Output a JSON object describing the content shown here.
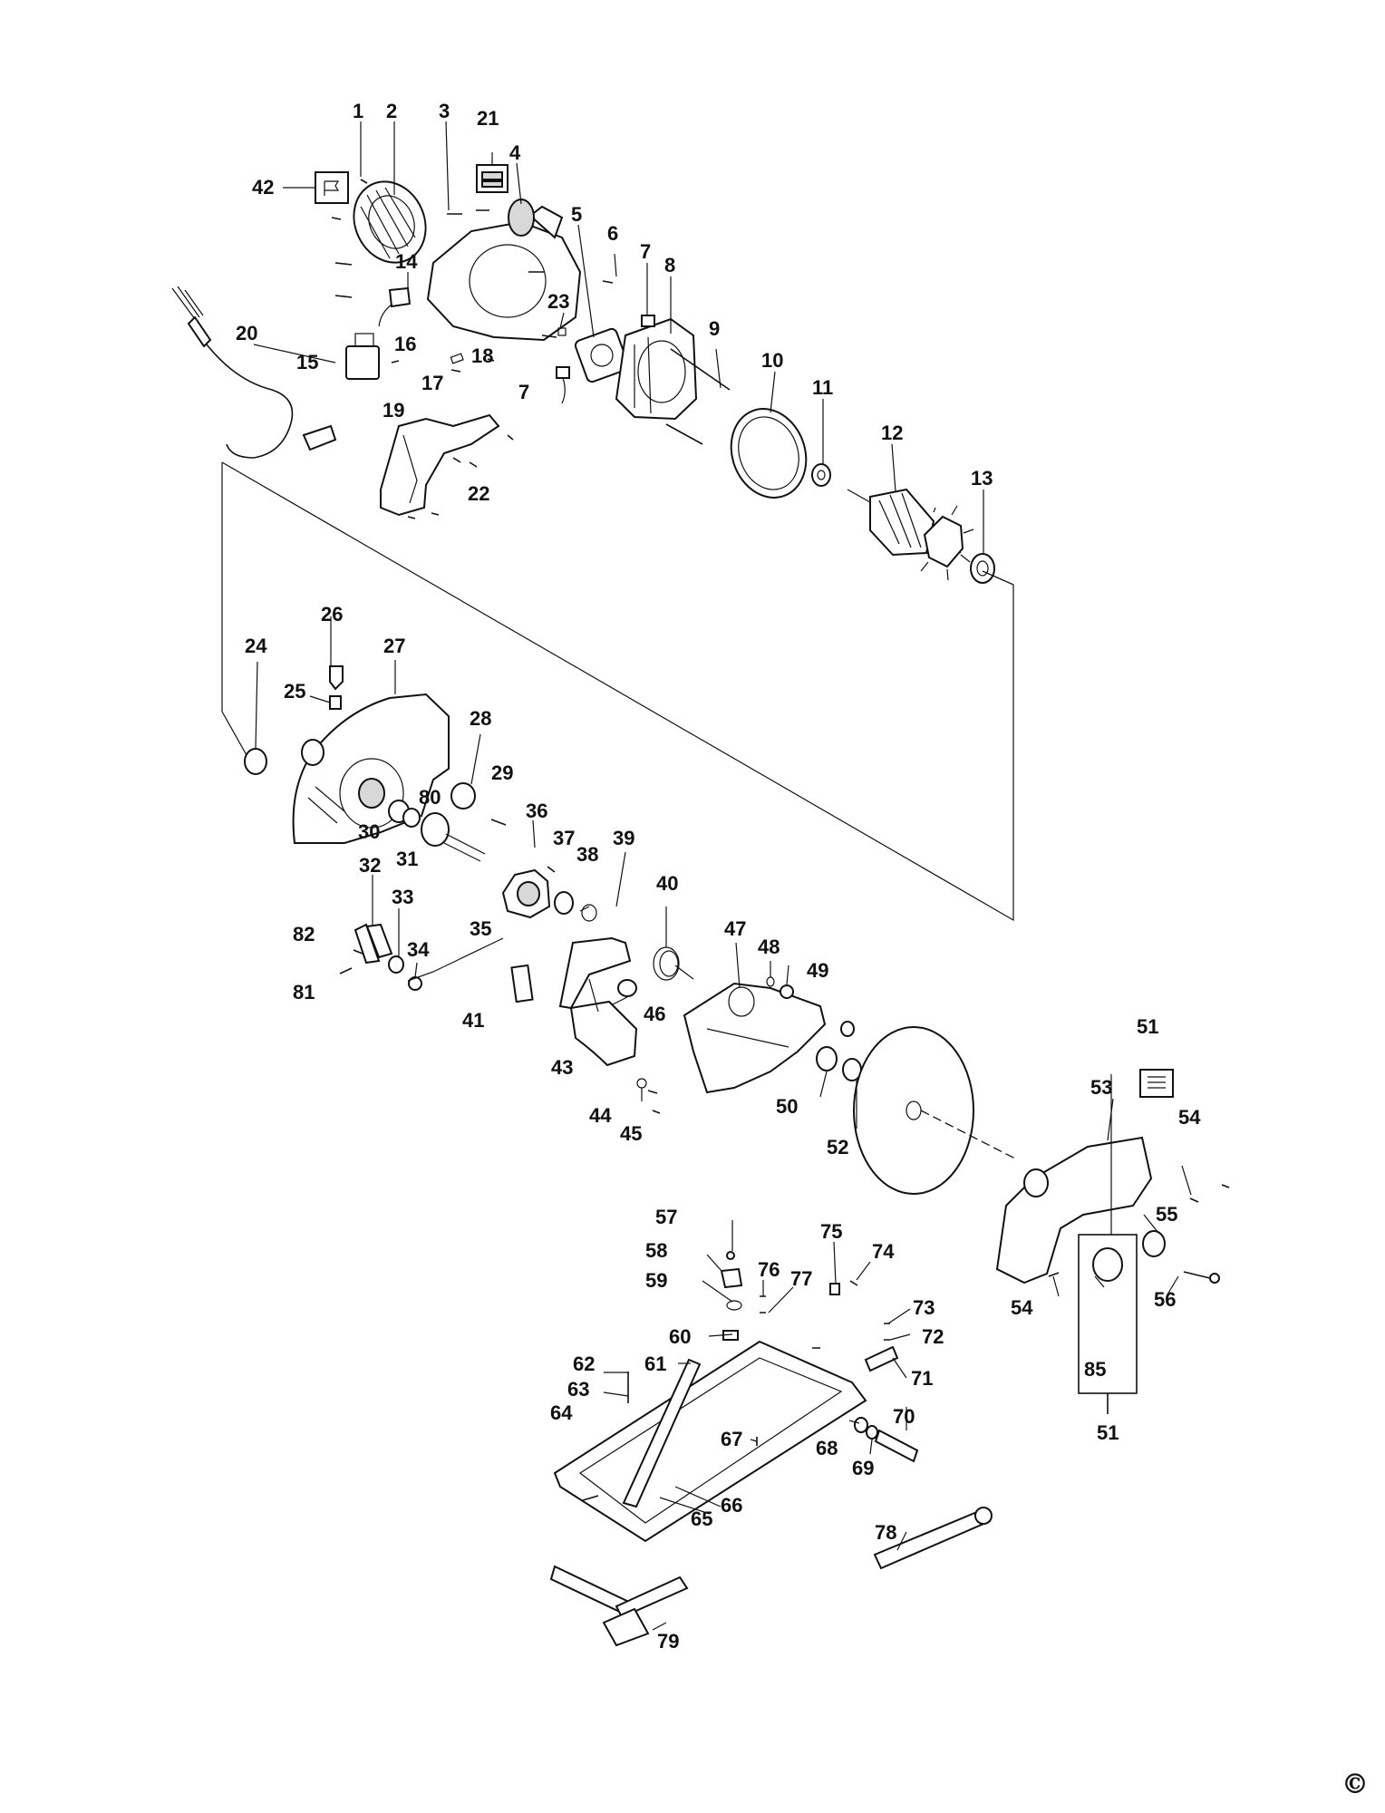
{
  "diagram": {
    "copyright_symbol": "©",
    "kit_icons": {
      "part_42": "flag-card-icon",
      "part_21": "kit-box-icon",
      "part_51": "document-list-icon"
    },
    "callouts": [
      {
        "id": "c1",
        "label": "1"
      },
      {
        "id": "c2",
        "label": "2"
      },
      {
        "id": "c3",
        "label": "3"
      },
      {
        "id": "c21",
        "label": "21"
      },
      {
        "id": "c4",
        "label": "4"
      },
      {
        "id": "c42",
        "label": "42"
      },
      {
        "id": "c5",
        "label": "5"
      },
      {
        "id": "c6",
        "label": "6"
      },
      {
        "id": "c7a",
        "label": "7"
      },
      {
        "id": "c8",
        "label": "8"
      },
      {
        "id": "c14",
        "label": "14"
      },
      {
        "id": "c23",
        "label": "23"
      },
      {
        "id": "c20",
        "label": "20"
      },
      {
        "id": "c9",
        "label": "9"
      },
      {
        "id": "c15",
        "label": "15"
      },
      {
        "id": "c16",
        "label": "16"
      },
      {
        "id": "c18",
        "label": "18"
      },
      {
        "id": "c10",
        "label": "10"
      },
      {
        "id": "c17",
        "label": "17"
      },
      {
        "id": "c7b",
        "label": "7"
      },
      {
        "id": "c11",
        "label": "11"
      },
      {
        "id": "c19",
        "label": "19"
      },
      {
        "id": "c12",
        "label": "12"
      },
      {
        "id": "c22",
        "label": "22"
      },
      {
        "id": "c13",
        "label": "13"
      },
      {
        "id": "c26",
        "label": "26"
      },
      {
        "id": "c24",
        "label": "24"
      },
      {
        "id": "c27",
        "label": "27"
      },
      {
        "id": "c25",
        "label": "25"
      },
      {
        "id": "c28",
        "label": "28"
      },
      {
        "id": "c29",
        "label": "29"
      },
      {
        "id": "c80",
        "label": "80"
      },
      {
        "id": "c30",
        "label": "30"
      },
      {
        "id": "c36",
        "label": "36"
      },
      {
        "id": "c31",
        "label": "31"
      },
      {
        "id": "c37",
        "label": "37"
      },
      {
        "id": "c39",
        "label": "39"
      },
      {
        "id": "c38",
        "label": "38"
      },
      {
        "id": "c32",
        "label": "32"
      },
      {
        "id": "c40",
        "label": "40"
      },
      {
        "id": "c33",
        "label": "33"
      },
      {
        "id": "c35",
        "label": "35"
      },
      {
        "id": "c82",
        "label": "82"
      },
      {
        "id": "c47",
        "label": "47"
      },
      {
        "id": "c48",
        "label": "48"
      },
      {
        "id": "c34",
        "label": "34"
      },
      {
        "id": "c49",
        "label": "49"
      },
      {
        "id": "c81",
        "label": "81"
      },
      {
        "id": "c46",
        "label": "46"
      },
      {
        "id": "c41",
        "label": "41"
      },
      {
        "id": "c51a",
        "label": "51"
      },
      {
        "id": "c43",
        "label": "43"
      },
      {
        "id": "c53",
        "label": "53"
      },
      {
        "id": "c50",
        "label": "50"
      },
      {
        "id": "c54a",
        "label": "54"
      },
      {
        "id": "c44",
        "label": "44"
      },
      {
        "id": "c45",
        "label": "45"
      },
      {
        "id": "c52",
        "label": "52"
      },
      {
        "id": "c55",
        "label": "55"
      },
      {
        "id": "c57",
        "label": "57"
      },
      {
        "id": "c75",
        "label": "75"
      },
      {
        "id": "c58",
        "label": "58"
      },
      {
        "id": "c74",
        "label": "74"
      },
      {
        "id": "c76",
        "label": "76"
      },
      {
        "id": "c77",
        "label": "77"
      },
      {
        "id": "c59",
        "label": "59"
      },
      {
        "id": "c54b",
        "label": "54"
      },
      {
        "id": "c56",
        "label": "56"
      },
      {
        "id": "c73",
        "label": "73"
      },
      {
        "id": "c60",
        "label": "60"
      },
      {
        "id": "c72",
        "label": "72"
      },
      {
        "id": "c61",
        "label": "61"
      },
      {
        "id": "c62",
        "label": "62"
      },
      {
        "id": "c71",
        "label": "71"
      },
      {
        "id": "c85",
        "label": "85"
      },
      {
        "id": "c63",
        "label": "63"
      },
      {
        "id": "c64",
        "label": "64"
      },
      {
        "id": "c70",
        "label": "70"
      },
      {
        "id": "c51b",
        "label": "51"
      },
      {
        "id": "c67",
        "label": "67"
      },
      {
        "id": "c68",
        "label": "68"
      },
      {
        "id": "c69",
        "label": "69"
      },
      {
        "id": "c66",
        "label": "66"
      },
      {
        "id": "c65",
        "label": "65"
      },
      {
        "id": "c78",
        "label": "78"
      },
      {
        "id": "c79",
        "label": "79"
      }
    ]
  }
}
